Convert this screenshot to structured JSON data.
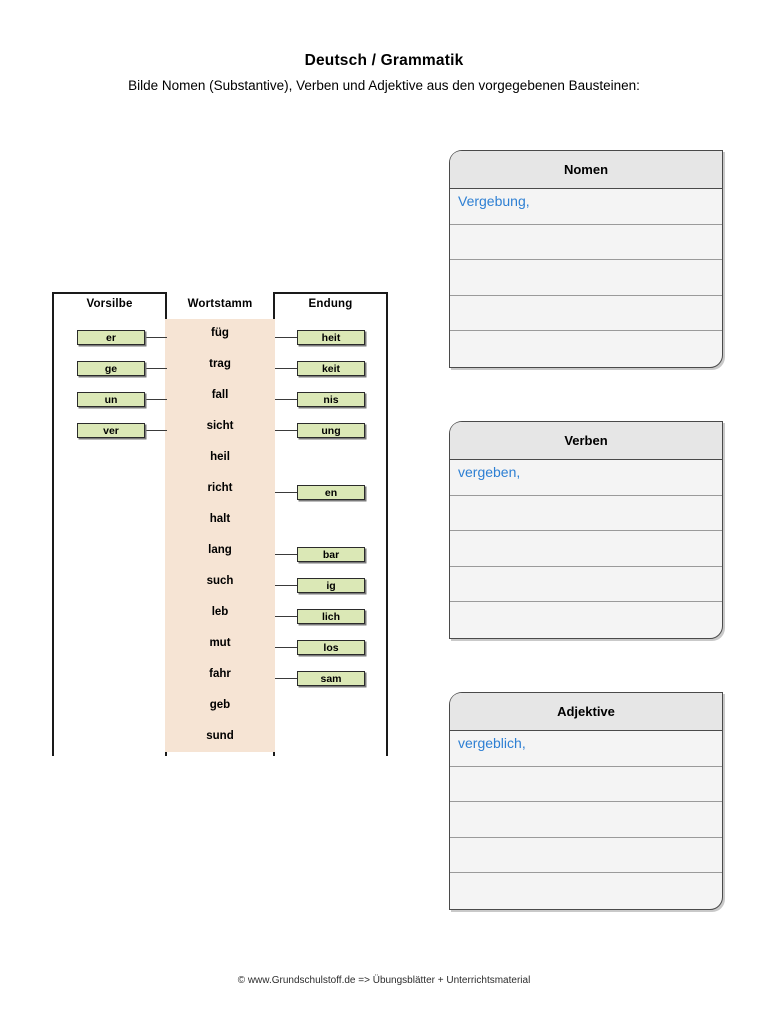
{
  "header": {
    "title": "Deutsch / Grammatik",
    "instruction": "Bilde Nomen (Substantive), Verben und Adjektive aus den vorgegebenen Bausteinen:"
  },
  "blocks": {
    "columns": {
      "prefix": "Vorsilbe",
      "stem": "Wortstamm",
      "ending": "Endung"
    },
    "rows": [
      {
        "prefix": "er",
        "stem": "füg",
        "ending": "heit"
      },
      {
        "prefix": "ge",
        "stem": "trag",
        "ending": "keit"
      },
      {
        "prefix": "un",
        "stem": "fall",
        "ending": "nis"
      },
      {
        "prefix": "ver",
        "stem": "sicht",
        "ending": "ung"
      },
      {
        "prefix": "",
        "stem": "heil",
        "ending": ""
      },
      {
        "prefix": "",
        "stem": "richt",
        "ending": "en"
      },
      {
        "prefix": "",
        "stem": "halt",
        "ending": ""
      },
      {
        "prefix": "",
        "stem": "lang",
        "ending": "bar"
      },
      {
        "prefix": "",
        "stem": "such",
        "ending": "ig"
      },
      {
        "prefix": "",
        "stem": "leb",
        "ending": "lich"
      },
      {
        "prefix": "",
        "stem": "mut",
        "ending": "los"
      },
      {
        "prefix": "",
        "stem": "fahr",
        "ending": "sam"
      },
      {
        "prefix": "",
        "stem": "geb",
        "ending": ""
      },
      {
        "prefix": "",
        "stem": "sund",
        "ending": ""
      }
    ]
  },
  "answers": {
    "nomen": {
      "title": "Nomen",
      "lines": [
        "Vergebung,",
        "",
        "",
        "",
        ""
      ]
    },
    "verben": {
      "title": "Verben",
      "lines": [
        "vergeben,",
        "",
        "",
        "",
        ""
      ]
    },
    "adjektive": {
      "title": "Adjektive",
      "lines": [
        "vergeblich,",
        "",
        "",
        "",
        ""
      ]
    }
  },
  "footer": {
    "credit": "© www.Grundschulstoff.de  =>  Übungsblätter + Unterrichtsmaterial"
  },
  "colors": {
    "chip_green": "#dbe8b6",
    "stem_beige": "#f6e4d4",
    "answer_blue": "#2d7fd3",
    "answer_head_gray": "#e6e6e6",
    "answer_body_gray": "#f4f4f4"
  }
}
